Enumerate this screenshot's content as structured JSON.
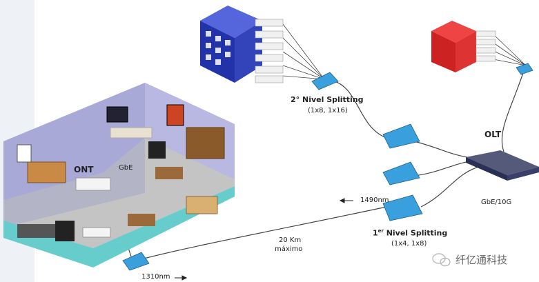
{
  "labels": {
    "olt": "OLT",
    "olt_port": "GbE/10G",
    "ont": "ONT",
    "ont_port": "GbE",
    "splitter2_title": "2° Nivel Splitting",
    "splitter2_ratio": "(1x8, 1x16)",
    "splitter1_title_sup": "er",
    "splitter1_title_num": "1",
    "splitter1_title_rest": " Nivel Splitting",
    "splitter1_ratio": "(1x4, 1x8)",
    "downstream": "1490nm",
    "upstream": "1310nm",
    "distance_line1": "20 Km",
    "distance_line2": "máximo",
    "watermark": "纤亿通科技"
  },
  "colors": {
    "building_main": "#2233aa",
    "building_side": "#4455cc",
    "building_alt": "#dd2222",
    "splitter": "#3aa0dd",
    "room_wall": "#aaaadd",
    "room_floor": "#cfcfcf",
    "room_side": "#66cccc",
    "olt_body": "#3a3f6a"
  }
}
